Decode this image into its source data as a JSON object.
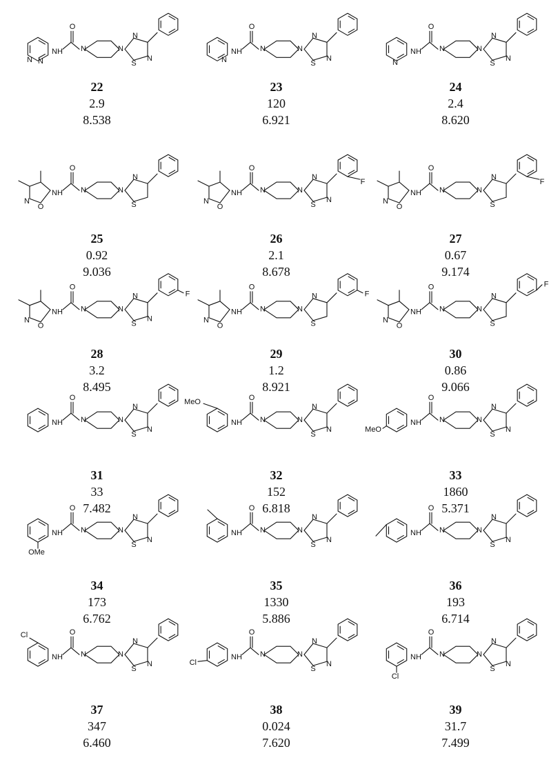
{
  "compounds": [
    {
      "id": "22",
      "v1": "2.9",
      "v2": "8.538",
      "amine": "pyridazinyl",
      "linker": "thiadiazole",
      "aryl": "phenyl"
    },
    {
      "id": "23",
      "v1": "120",
      "v2": "6.921",
      "amine": "2-pyridyl",
      "linker": "thiadiazole",
      "aryl": "phenyl"
    },
    {
      "id": "24",
      "v1": "2.4",
      "v2": "8.620",
      "amine": "3-pyridyl",
      "linker": "thiadiazole",
      "aryl": "phenyl"
    },
    {
      "id": "25",
      "v1": "0.92",
      "v2": "9.036",
      "amine": "isoxazolyl",
      "linker": "thiazole",
      "aryl": "phenyl"
    },
    {
      "id": "26",
      "v1": "2.1",
      "v2": "8.678",
      "amine": "isoxazolyl",
      "linker": "thiadiazole",
      "aryl": "2-F-phenyl"
    },
    {
      "id": "27",
      "v1": "0.67",
      "v2": "9.174",
      "amine": "isoxazolyl",
      "linker": "thiazole",
      "aryl": "2-F-phenyl"
    },
    {
      "id": "28",
      "v1": "3.2",
      "v2": "8.495",
      "amine": "isoxazolyl",
      "linker": "thiadiazole",
      "aryl": "3-F-phenyl"
    },
    {
      "id": "29",
      "v1": "1.2",
      "v2": "8.921",
      "amine": "isoxazolyl",
      "linker": "thiazole",
      "aryl": "3-F-phenyl"
    },
    {
      "id": "30",
      "v1": "0.86",
      "v2": "9.066",
      "amine": "isoxazolyl",
      "linker": "thiazole",
      "aryl": "4-F-phenyl"
    },
    {
      "id": "31",
      "v1": "33",
      "v2": "7.482",
      "amine": "phenyl",
      "linker": "thiadiazole",
      "aryl": "phenyl"
    },
    {
      "id": "32",
      "v1": "152",
      "v2": "6.818",
      "amine": "4-MeO-phenyl",
      "linker": "thiadiazole",
      "aryl": "phenyl"
    },
    {
      "id": "33",
      "v1": "1860",
      "v2": "5.371",
      "amine": "3-MeO-phenyl",
      "linker": "thiadiazole",
      "aryl": "phenyl"
    },
    {
      "id": "34",
      "v1": "173",
      "v2": "6.762",
      "amine": "2-OMe-phenyl",
      "linker": "thiadiazole",
      "aryl": "phenyl"
    },
    {
      "id": "35",
      "v1": "1330",
      "v2": "5.886",
      "amine": "4-Me-phenyl",
      "linker": "thiadiazole",
      "aryl": "phenyl"
    },
    {
      "id": "36",
      "v1": "193",
      "v2": "6.714",
      "amine": "3-Me-phenyl",
      "linker": "thiadiazole",
      "aryl": "phenyl"
    },
    {
      "id": "37",
      "v1": "347",
      "v2": "6.460",
      "amine": "4-Cl-phenyl",
      "linker": "thiadiazole",
      "aryl": "phenyl"
    },
    {
      "id": "38",
      "v1": "0.024",
      "v2": "7.620",
      "amine": "3-Cl-phenyl",
      "linker": "thiadiazole",
      "aryl": "phenyl"
    },
    {
      "id": "39",
      "v1": "31.7",
      "v2": "7.499",
      "amine": "2-Cl-phenyl",
      "linker": "thiadiazole",
      "aryl": "phenyl"
    }
  ],
  "atoms": {
    "N": "N",
    "S": "S",
    "O": "O",
    "NH": "NH",
    "F": "F",
    "Cl": "Cl",
    "OMe": "OMe",
    "MeO": "MeO"
  }
}
